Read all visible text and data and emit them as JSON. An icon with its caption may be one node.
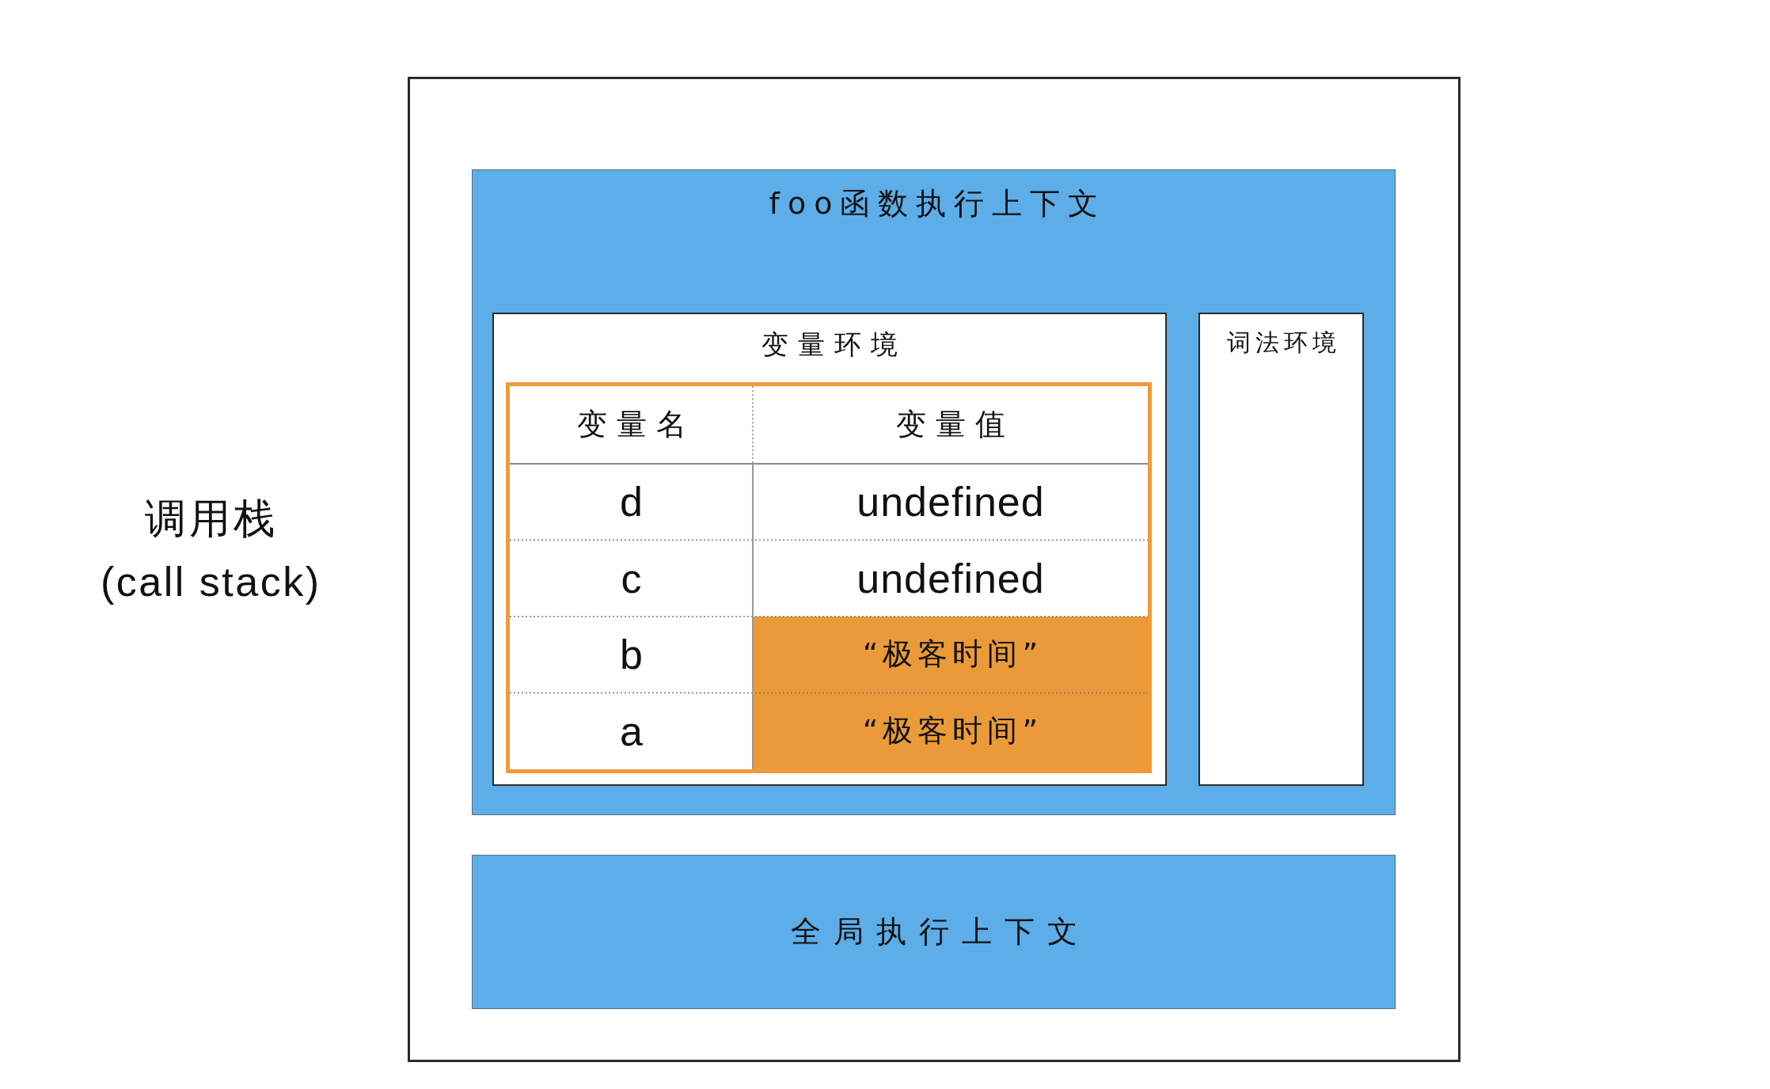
{
  "diagram": {
    "nodes": [
      {
        "text": [],
        "shape": "box",
        "beside": [
          "调用栈",
          "(call stack)"
        ]
      },
      {
        "text": [
          "foo函数执行上下文"
        ],
        "in": 0
      },
      {
        "text": [
          "变量环境"
        ],
        "in": 1
      },
      {
        "text": [
          "变量名",
          "变量值",
          "d",
          "undefined",
          "c",
          "undefined",
          "b",
          "a"
        ],
        "in": 2
      },
      {
        "text": [
          "“极客时间”"
        ],
        "in": 3
      },
      {
        "text": [
          "“极客时间”"
        ],
        "in": 3
      },
      {
        "text": [
          "词法环境"
        ],
        "in": 1
      },
      {
        "text": [
          "全局执行上下文"
        ],
        "in": 0
      }
    ]
  }
}
